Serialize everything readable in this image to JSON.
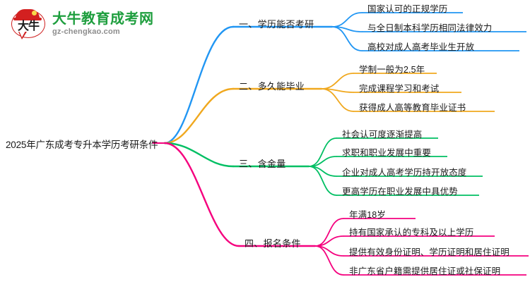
{
  "logo": {
    "mark_glyph": "大牛",
    "title": "大牛教育成考网",
    "subtitle": "gz-chengkao.com",
    "title_color": "#1e9e3e",
    "mark_color": "#d32020"
  },
  "mindmap": {
    "root": "2025年广东成考专升本学历考研条件",
    "branches": [
      {
        "label": "一、学历能否考研",
        "color": "#2196f3",
        "items": [
          "国家认可的正规学历",
          "与全日制本科学历相同法律效力",
          "高校对成人高考毕业生开放"
        ]
      },
      {
        "label": "二、多久能毕业",
        "color": "#f0a81e",
        "items": [
          "学制一般为2.5年",
          "完成课程学习和考试",
          "获得成人高等教育毕业证书"
        ]
      },
      {
        "label": "三、含金量",
        "color": "#00bf63",
        "items": [
          "社会认可度逐渐提高",
          "求职和职业发展中重要",
          "企业对成人高考学历持开放态度",
          "更高学历在职业发展中具优势"
        ]
      },
      {
        "label": "四、报名条件",
        "color": "#f5007e",
        "items": [
          "年满18岁",
          "持有国家承认的专科及以上学历",
          "提供有效身份证明、学历证明和居住证明",
          "非广东省户籍需提供居住证或社保证明"
        ]
      }
    ]
  }
}
